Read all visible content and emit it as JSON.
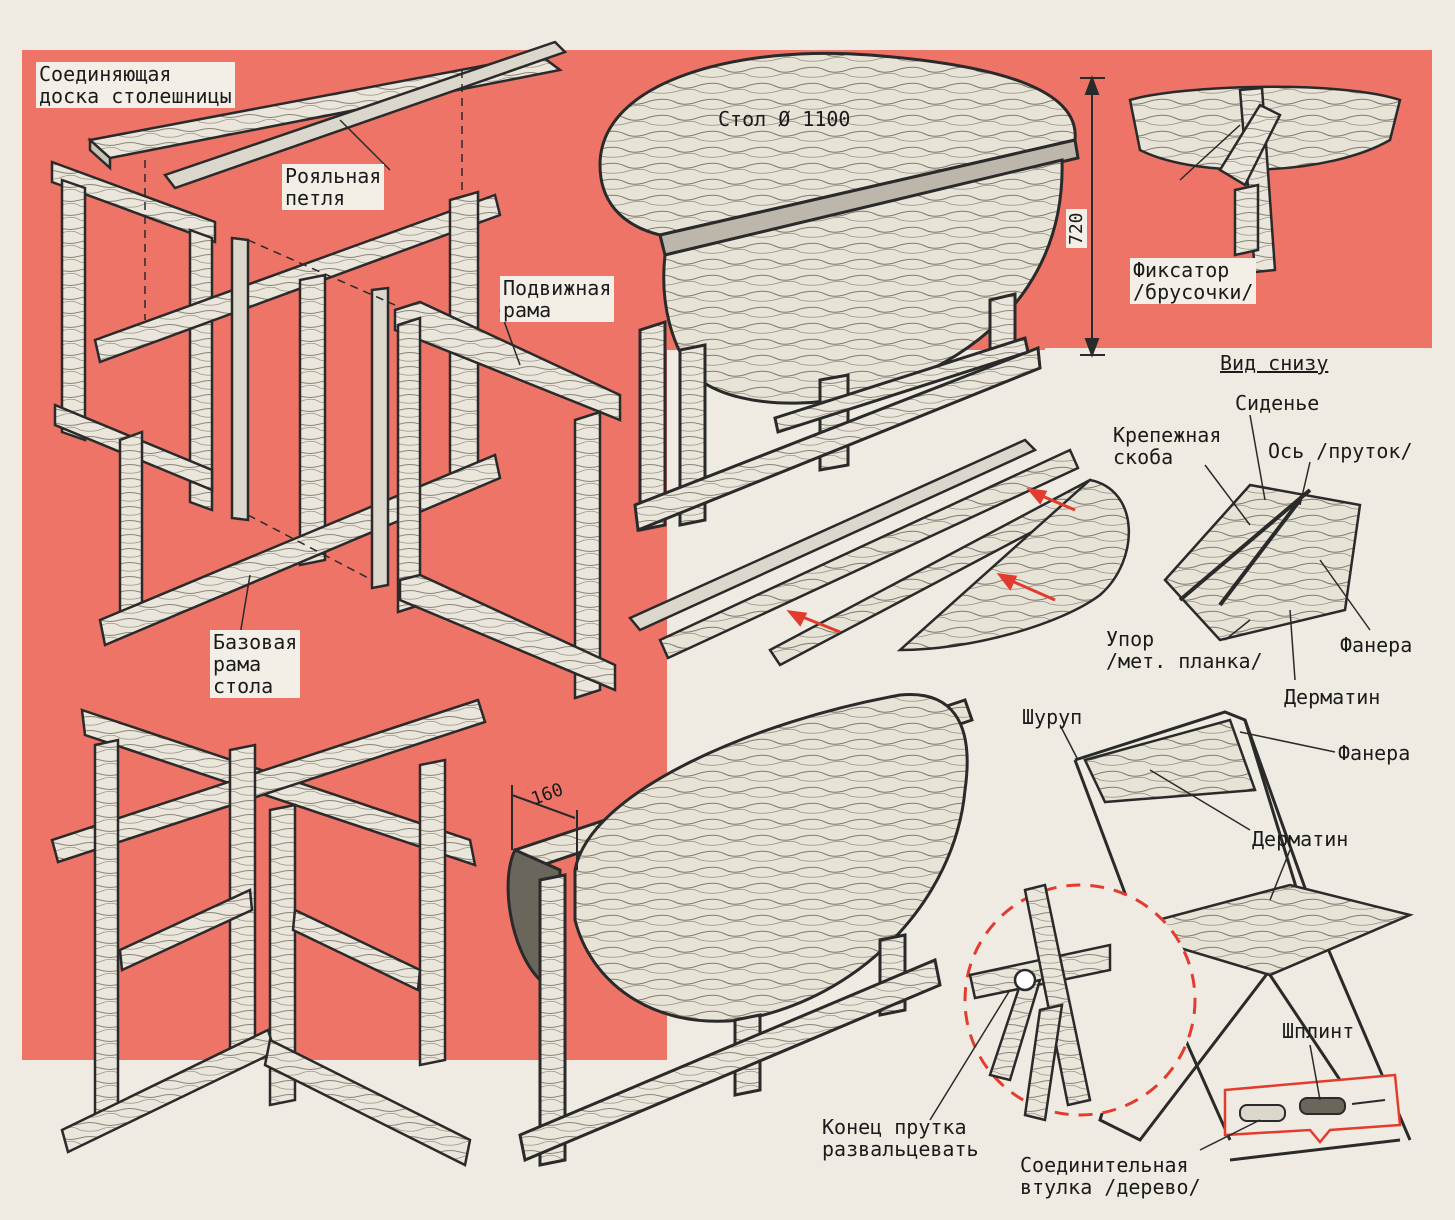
{
  "colors": {
    "background": "#efebe2",
    "red_panel": "#ee7468",
    "wood": "#e9e4d9",
    "ink": "#2a2a2a"
  },
  "labels": {
    "connecting_board": "Соединяющая\nдоска столешницы",
    "piano_hinge": "Рояльная\nпетля",
    "movable_frame": "Подвижная\nрама",
    "base_frame": "Базовая\nрама\nстола",
    "table": "Стол Ø 1100",
    "latch": "Фиксатор\n/брусочки/",
    "bottom_view": "Вид снизу",
    "seat": "Сиденье",
    "bracket": "Крепежная\nскоба",
    "axis": "Ось /пруток/",
    "stop": "Упор\n/мет. планка/",
    "plywood_1": "Фанера",
    "leatherette_1": "Дерматин",
    "screw": "Шуруп",
    "plywood_2": "Фанера",
    "leatherette_2": "Дерматин",
    "cotter_pin": "Шплинт",
    "rod_end": "Конец прутка\nразвальцевать",
    "sleeve": "Соединительная\nвтулка /дерево/"
  },
  "dimensions": {
    "height": "720",
    "leaf_width": "160"
  }
}
